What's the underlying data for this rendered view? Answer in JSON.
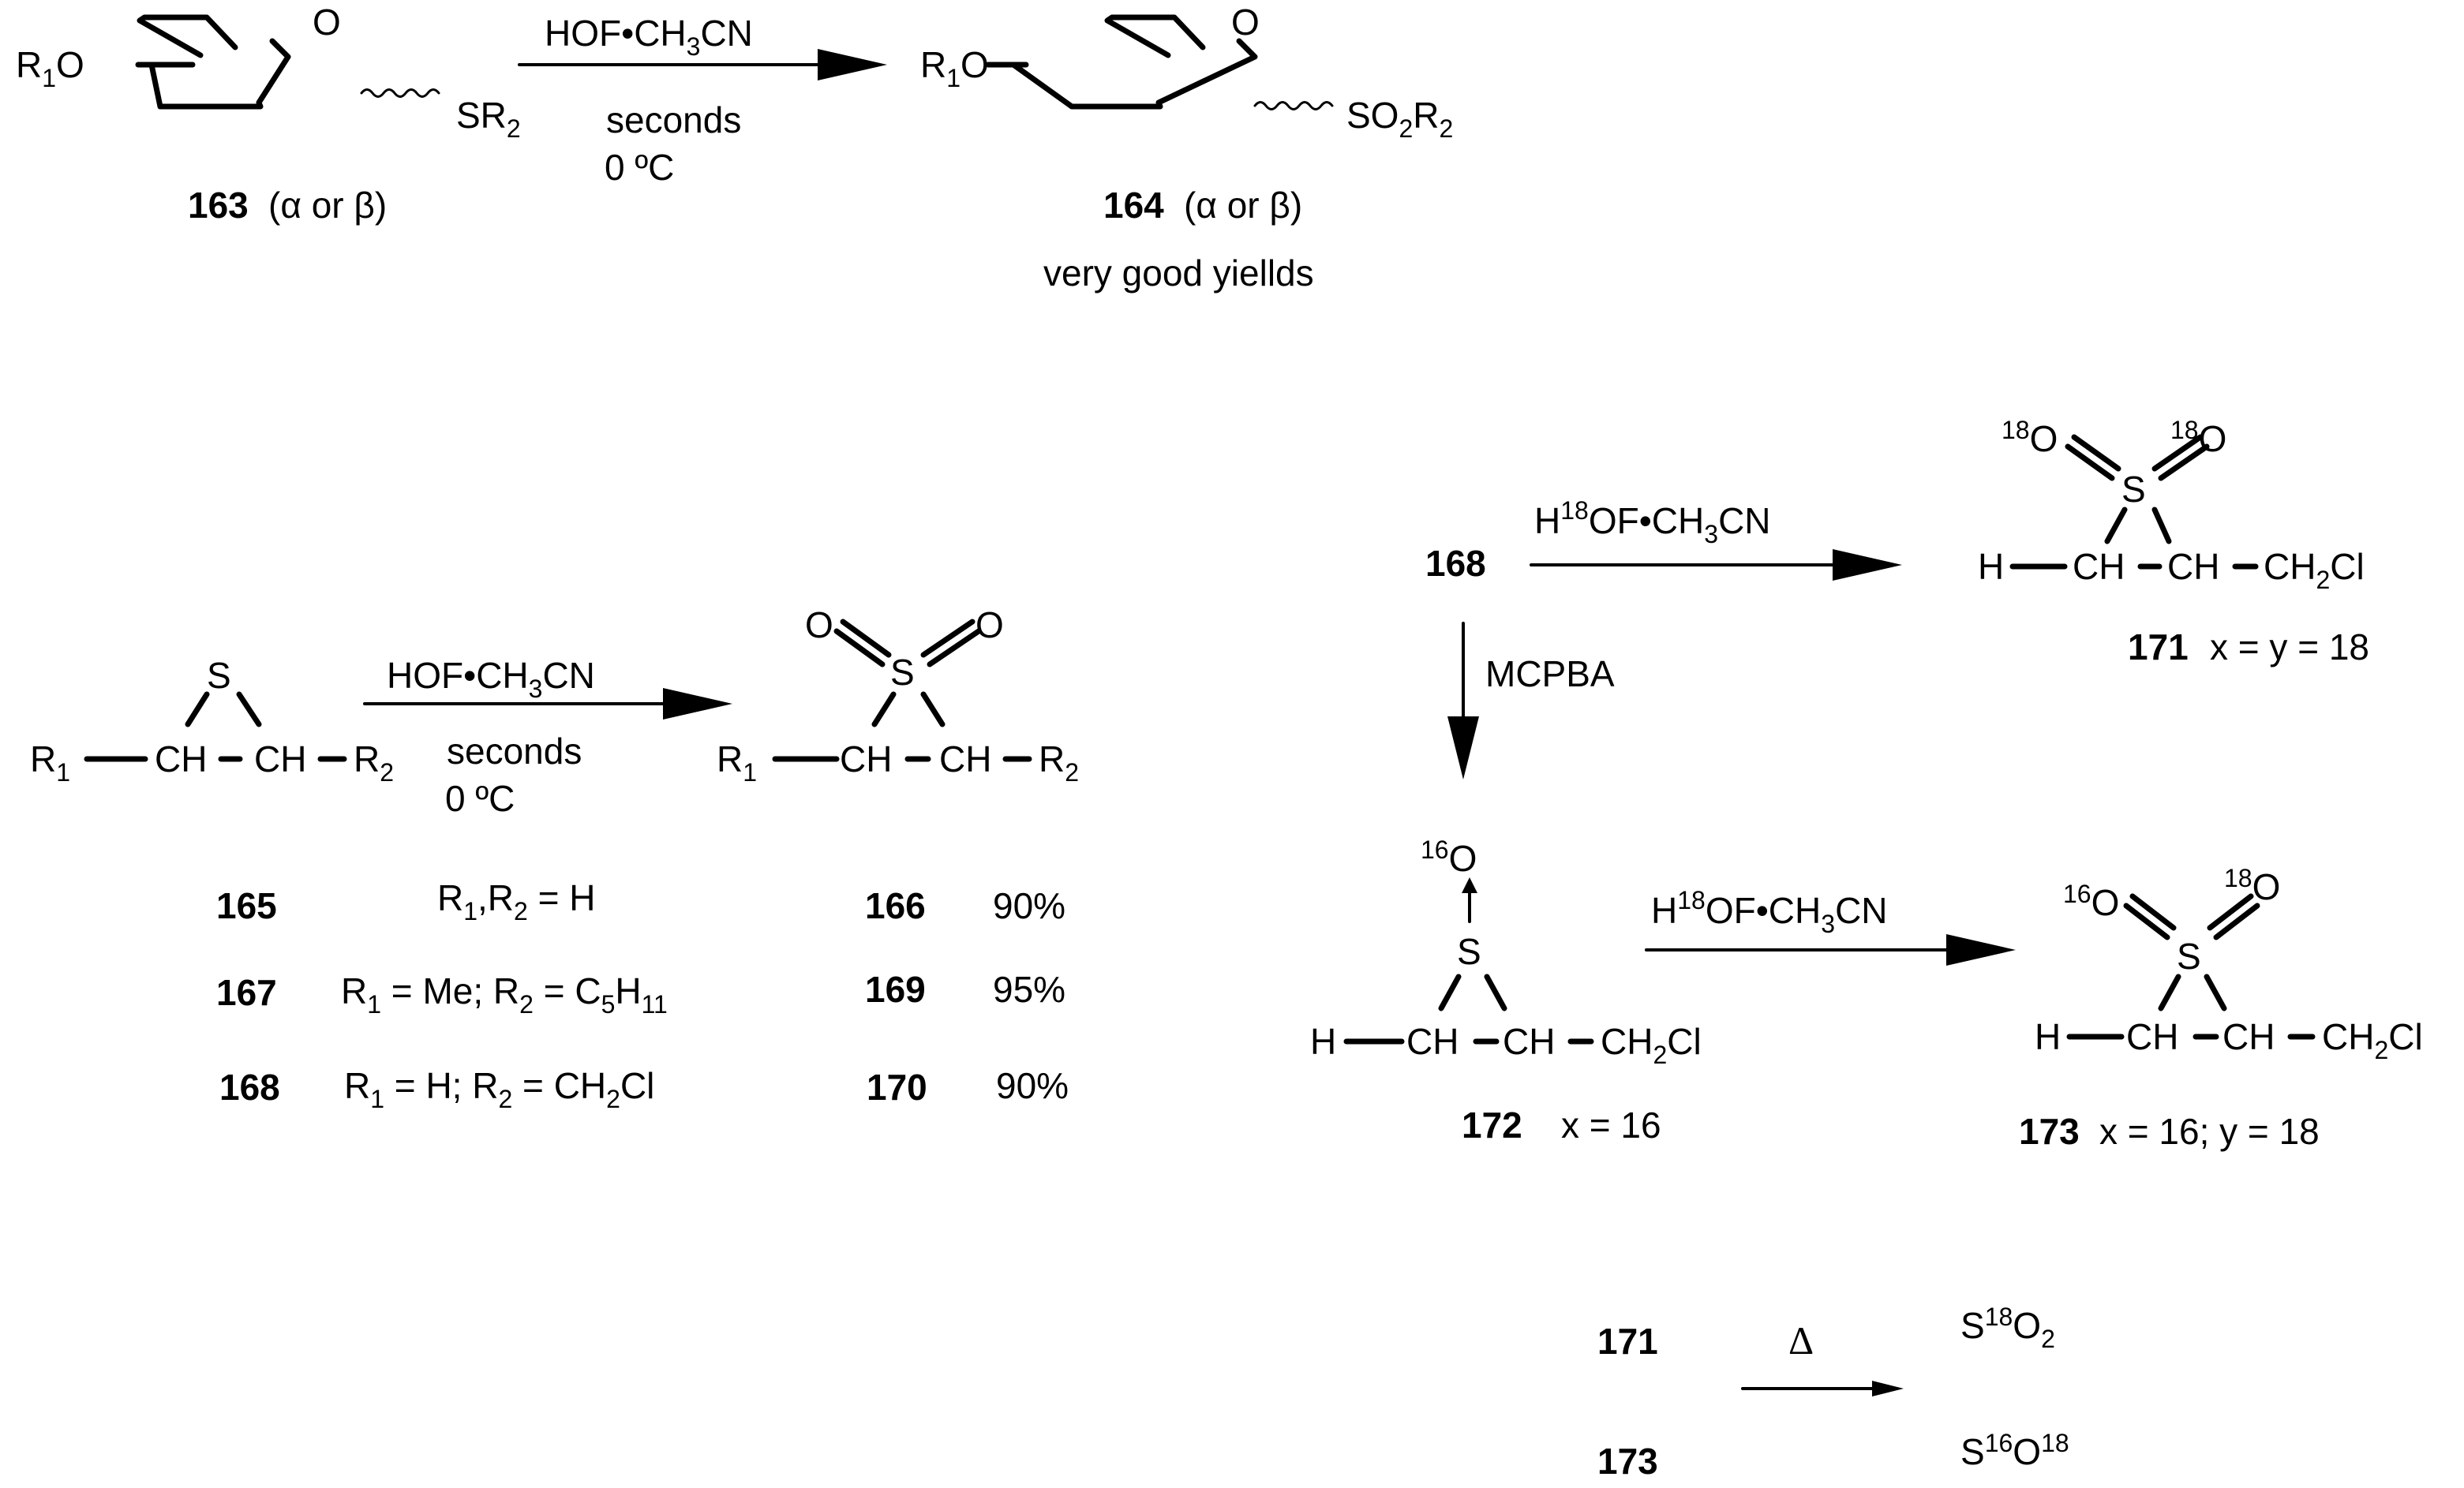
{
  "reaction1": {
    "reactant": {
      "r1o": "R1O",
      "substituent": "SR2",
      "ring_o": "O",
      "id": "163",
      "config": "(α or β)"
    },
    "arrow": {
      "reagent": "HOF•CH3CN",
      "time": "seconds",
      "temp": "0 ºC"
    },
    "product": {
      "r1o": "R1O",
      "substituent": "SO2R2",
      "ring_o": "O",
      "id": "164",
      "config": "(α or β)",
      "note": "very good yiellds"
    }
  },
  "reaction2": {
    "reactant": {
      "s": "S",
      "r1": "R1",
      "ch1": "CH",
      "ch2": "CH",
      "r2": "R2"
    },
    "arrow": {
      "reagent": "HOF•CH3CN",
      "time": "seconds",
      "temp": "0 ºC"
    },
    "product": {
      "o_left": "O",
      "o_right": "O",
      "s": "S",
      "r1": "R1",
      "ch1": "CH",
      "ch2": "CH",
      "r2": "R2"
    },
    "table": [
      {
        "reactant_id": "165",
        "substituents": "R1,R2 = H",
        "product_id": "166",
        "yield": "90%"
      },
      {
        "reactant_id": "167",
        "substituents": "R1 = Me; R2 = C5H11",
        "product_id": "169",
        "yield": "95%"
      },
      {
        "reactant_id": "168",
        "substituents": "R1 = H; R2 = CH2Cl",
        "product_id": "170",
        "yield": "90%"
      }
    ]
  },
  "reaction3": {
    "start_id": "168",
    "arrow_right_reagent": "H18OF•CH3CN",
    "arrow_down_reagent": "MCPBA",
    "product171": {
      "o_left": "18O",
      "o_right": "18O",
      "s": "S",
      "h": "H",
      "ch1": "CH",
      "ch2": "CH",
      "ch2cl": "CH2Cl",
      "id": "171",
      "label": "x = y = 18"
    },
    "product172": {
      "o_top": "16O",
      "s": "S",
      "h": "H",
      "ch1": "CH",
      "ch2": "CH",
      "ch2cl": "CH2Cl",
      "id": "172",
      "label": "x = 16"
    },
    "arrow3_reagent": "H18OF•CH3CN",
    "product173": {
      "o_left": "16O",
      "o_right": "18O",
      "s": "S",
      "h": "H",
      "ch1": "CH",
      "ch2": "CH",
      "ch2cl": "CH2Cl",
      "id": "173",
      "label": "x = 16; y = 18"
    }
  },
  "reaction4": {
    "id1": "171",
    "id2": "173",
    "arrow_label": "Δ",
    "product1": "S18O2",
    "product2": "S16O18"
  }
}
